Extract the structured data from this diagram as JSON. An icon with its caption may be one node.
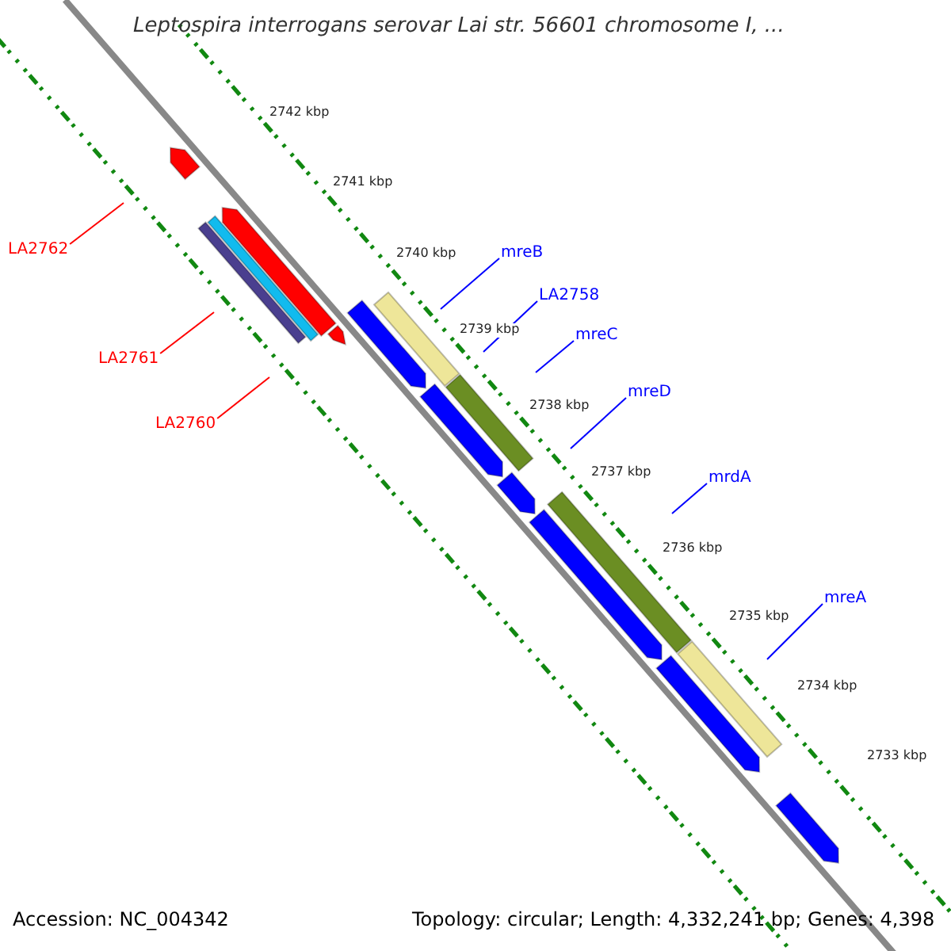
{
  "diagram": {
    "title": "Leptospira interrogans serovar Lai str. 56601 chromosome I, ...",
    "nodes": [
      {
        "text": [
          "LA2762"
        ]
      },
      {
        "text": [
          "LA2761"
        ]
      },
      {
        "text": [
          "LA2760"
        ]
      },
      {
        "text": [
          "mreB"
        ]
      },
      {
        "text": [
          "LA2758"
        ]
      },
      {
        "text": [
          "mreC"
        ]
      },
      {
        "text": [
          "mreD"
        ]
      },
      {
        "text": [
          "mrdA"
        ]
      },
      {
        "text": [
          "mreA"
        ]
      }
    ],
    "edges": [
      {
        "from": 0,
        "to": null,
        "arrow": "none",
        "color": "#ff0000"
      },
      {
        "from": 1,
        "to": null,
        "arrow": "none",
        "color": "#ff0000"
      },
      {
        "from": 2,
        "to": null,
        "arrow": "none",
        "color": "#ff0000"
      },
      {
        "from": 3,
        "to": null,
        "arrow": "none"
      },
      {
        "from": 4,
        "to": null,
        "arrow": "none"
      },
      {
        "from": 5,
        "to": null,
        "arrow": "none"
      },
      {
        "from": 6,
        "to": null,
        "arrow": "none"
      },
      {
        "from": 7,
        "to": null,
        "arrow": "none"
      },
      {
        "from": 8,
        "to": null,
        "arrow": "none"
      }
    ],
    "labels": [
      "2742 kbp",
      "2741 kbp",
      "2740 kbp",
      "2739 kbp",
      "2738 kbp",
      "2737 kbp",
      "2736 kbp",
      "2735 kbp",
      "2734 kbp",
      "2733 kbp",
      "Accession: NC_004342",
      "Topology: circular; Length: 4,332,241 bp; Genes: 4,398"
    ]
  }
}
